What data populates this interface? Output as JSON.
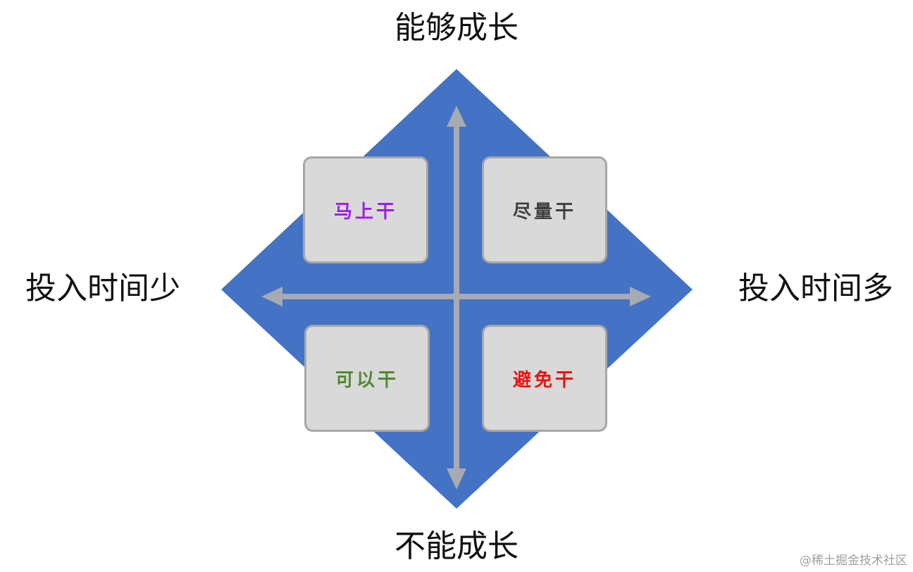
{
  "axes": {
    "top": "能够成长",
    "bottom": "不能成长",
    "left": "投入时间少",
    "right": "投入时间多"
  },
  "quadrants": {
    "top_left": {
      "label": "马上干",
      "color": "#9b1fe8"
    },
    "top_right": {
      "label": "尽量干",
      "color": "#404040"
    },
    "bottom_left": {
      "label": "可以干",
      "color": "#4f8a2f"
    },
    "bottom_right": {
      "label": "避免干",
      "color": "#ee1111"
    }
  },
  "colors": {
    "diamond": "#4472c4",
    "arrows": "#a6aab3",
    "box_fill": "#d9d9d9",
    "box_border": "#a6a6a6"
  },
  "watermark": "@稀土掘金技术社区"
}
